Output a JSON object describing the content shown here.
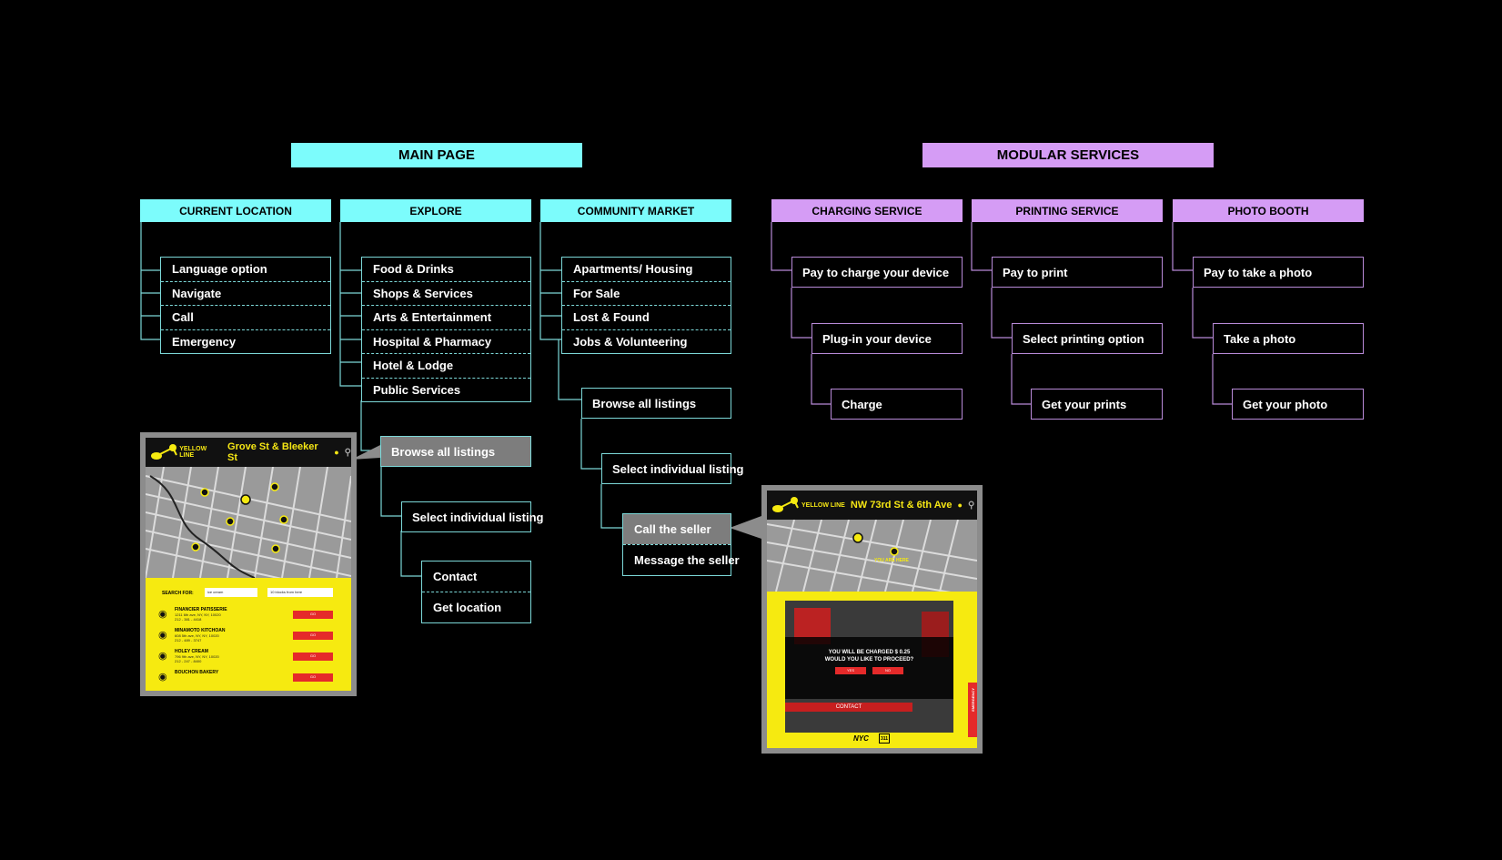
{
  "main_page": {
    "title": "MAIN PAGE",
    "columns": [
      {
        "title": "CURRENT LOCATION",
        "items": [
          "Language option",
          "Navigate",
          "Call",
          "Emergency"
        ]
      },
      {
        "title": "EXPLORE",
        "items": [
          "Food & Drinks",
          "Shops & Services",
          "Arts & Entertainment",
          "Hospital & Pharmacy",
          "Hotel & Lodge",
          "Public Services"
        ],
        "flow": [
          "Browse all listings",
          "Select individual listing"
        ],
        "end": [
          "Contact",
          "Get location"
        ]
      },
      {
        "title": "COMMUNITY MARKET",
        "items": [
          "Apartments/ Housing",
          "For Sale",
          "Lost & Found",
          "Jobs & Volunteering"
        ],
        "flow": [
          "Browse all listings",
          "Select individual listing"
        ],
        "end": [
          "Call the seller",
          "Message the seller"
        ]
      }
    ]
  },
  "modular_services": {
    "title": "MODULAR SERVICES",
    "columns": [
      {
        "title": "CHARGING SERVICE",
        "steps": [
          "Pay to charge your device",
          "Plug-in your device",
          "Charge"
        ]
      },
      {
        "title": "PRINTING SERVICE",
        "steps": [
          "Pay to print",
          "Select printing option",
          "Get your prints"
        ]
      },
      {
        "title": "PHOTO BOOTH",
        "steps": [
          "Pay to take a photo",
          "Take a photo",
          "Get your photo"
        ]
      }
    ]
  },
  "kiosk1": {
    "logo": "YELLOW LINE",
    "location": "Grove St & Bleeker St",
    "search_label": "SEARCH FOR:",
    "search_value": "ice cream",
    "range": "10 blocks from here",
    "go": "GO",
    "results": [
      {
        "name": "FINANCIER PATISSERIE",
        "addr": "1211 6th ave, NY, NY, 10020",
        "phone": "212 - 381 - 4418"
      },
      {
        "name": "MINAMOTO KITCHOAN",
        "addr": "608 5th ave, NY, NY, 10020",
        "phone": "212 - 489 - 3747"
      },
      {
        "name": "HOLEY CREAM",
        "addr": "796 9th ave, NY, NY, 10020",
        "phone": "212 - 247 - 8400"
      },
      {
        "name": "BOUCHON BAKERY",
        "addr": "",
        "phone": ""
      }
    ]
  },
  "kiosk2": {
    "logo": "YELLOW LINE",
    "location": "NW 73rd St & 6th Ave",
    "you_are_here": "YOU ARE HERE",
    "prompt_line1": "YOU WILL BE CHARGED $ 0.25",
    "prompt_line2": "WOULD YOU LIKE TO PROCEED?",
    "yes": "YES",
    "no": "NO",
    "contact": "CONTACT",
    "emergency": "EMERGENCY",
    "nyc": "NYC",
    "n311": "311"
  },
  "colors": {
    "cyan": "#7cfcfc",
    "purple": "#d59cf5",
    "yellow": "#f6ea10",
    "red": "#e52a2a"
  }
}
